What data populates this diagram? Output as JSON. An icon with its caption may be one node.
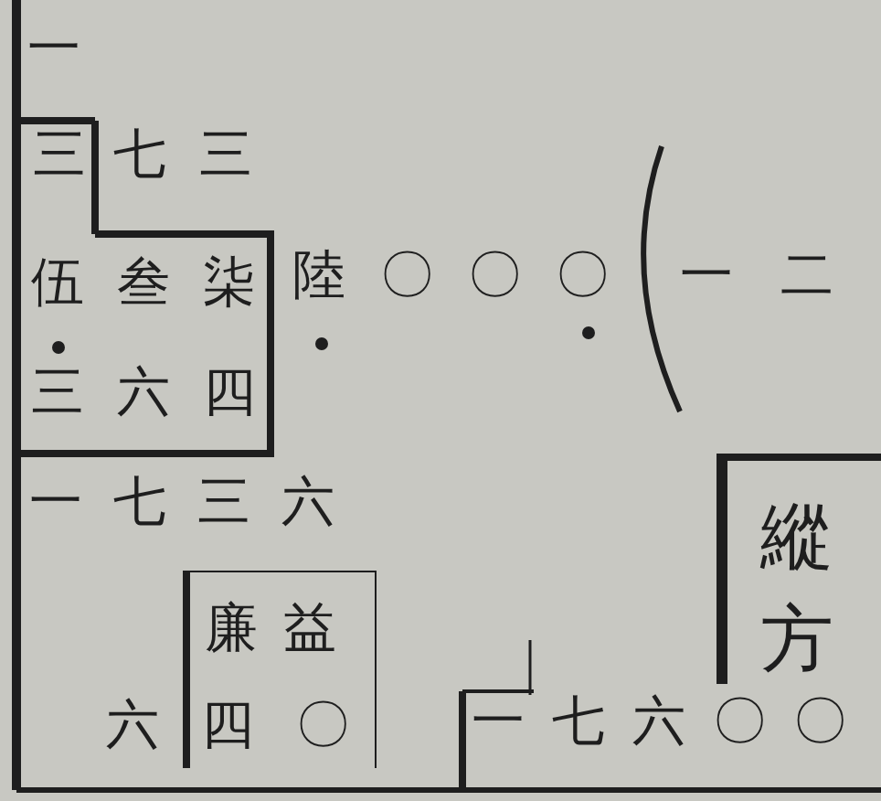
{
  "diagram": {
    "nodes": [
      {
        "text": [
          "伍叁柒",
          "三六四"
        ]
      },
      {
        "text": [
          "廉益"
        ]
      },
      {
        "text": [
          "縱方"
        ]
      }
    ],
    "labels": [
      "一",
      "三",
      "七三",
      "陸〇〇〇",
      "一二",
      "一七三六",
      "六四〇",
      "一七六〇〇"
    ]
  }
}
